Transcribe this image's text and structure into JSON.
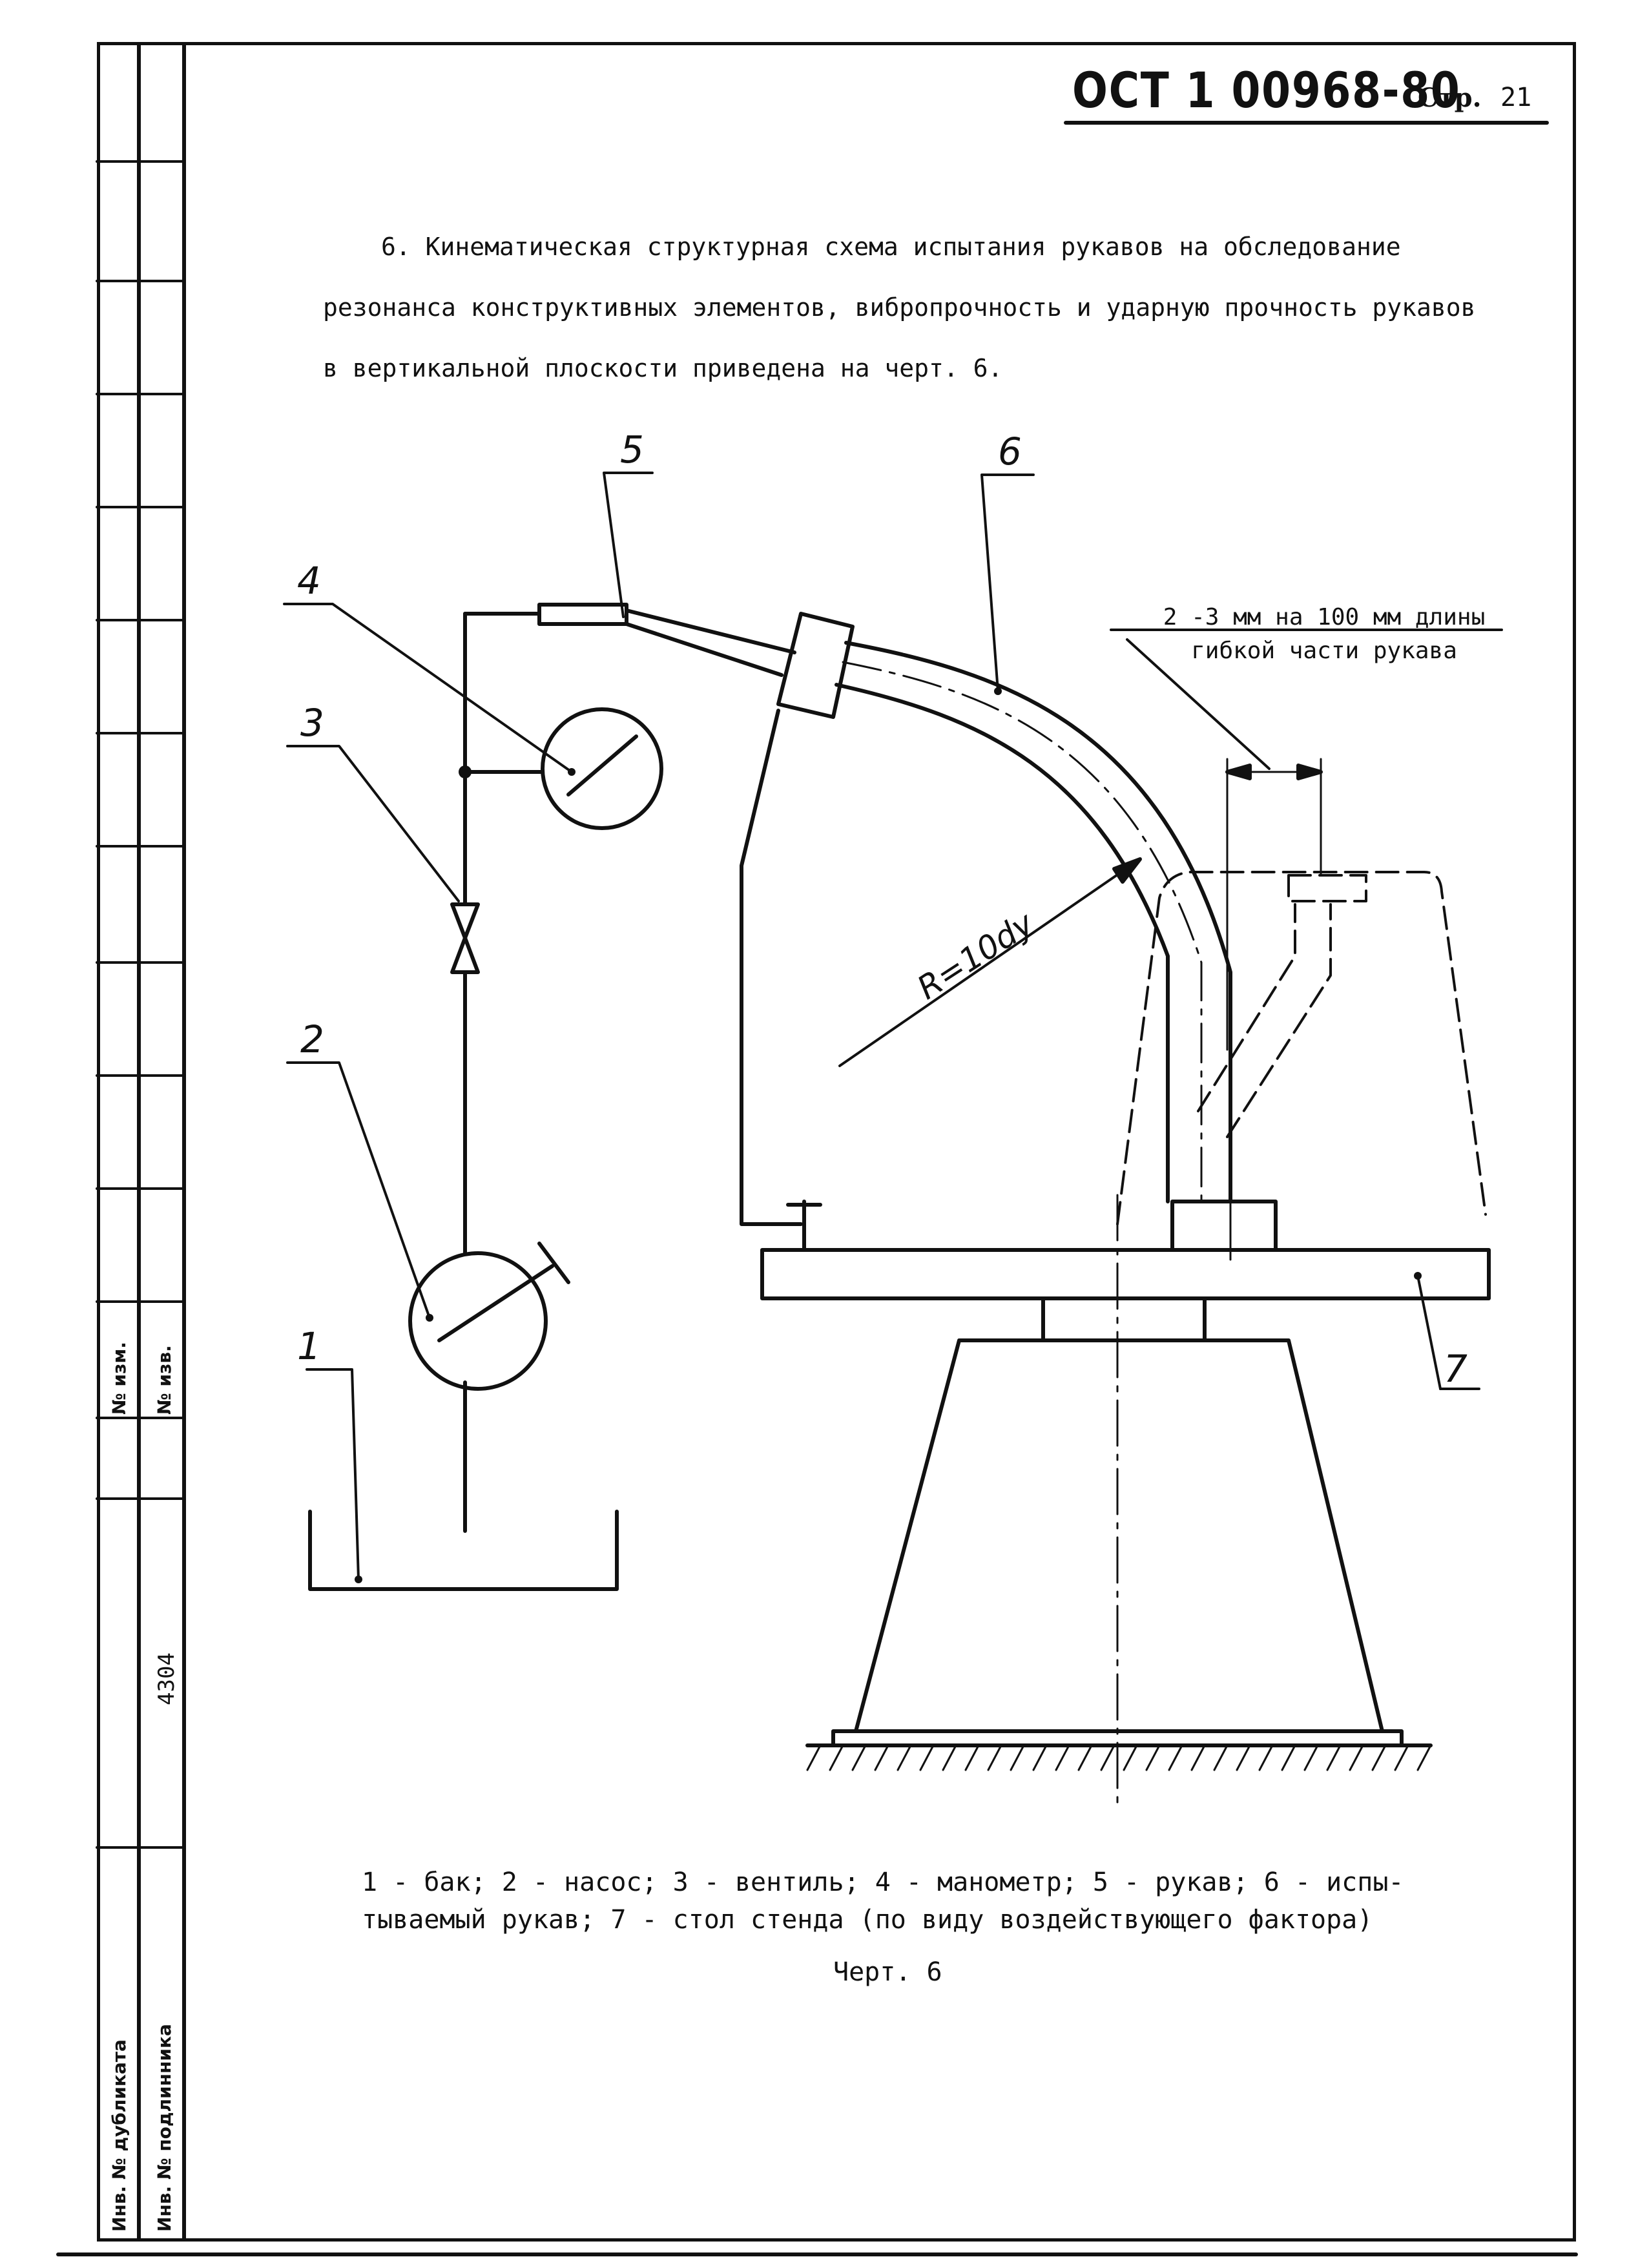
{
  "header": {
    "standard": "ОСТ 1 00968-80",
    "page_label": "Стр.",
    "page_number": "21"
  },
  "body": {
    "line1": "6. Кинематическая структурная схема испытания рукавов на обследование",
    "line2": "резонанса конструктивных элементов, вибропрочность и ударную прочность рукавов",
    "line3": "в вертикальной плоскости приведена на черт. 6."
  },
  "figure": {
    "callouts": [
      "1",
      "2",
      "3",
      "4",
      "5",
      "6",
      "7"
    ],
    "radius_label": "R=10dу",
    "note_line1": "2 -3 мм на 100 мм длины",
    "note_line2": "гибкой части рукава"
  },
  "caption": {
    "line1": "1 - бак; 2 - насос; 3 - вентиль; 4 - манометр; 5 - рукав; 6 - испы-",
    "line2": "тываемый рукав; 7 - стол стенда (по виду воздействующего фактора)",
    "figure_label": "Черт. 6"
  },
  "side_stamp": {
    "change_no": "№ изм.",
    "notice_no": "№ изв.",
    "inv_number": "4304",
    "dup_label": "Инв. № дубликата",
    "orig_label": "Инв. № подлинника"
  }
}
